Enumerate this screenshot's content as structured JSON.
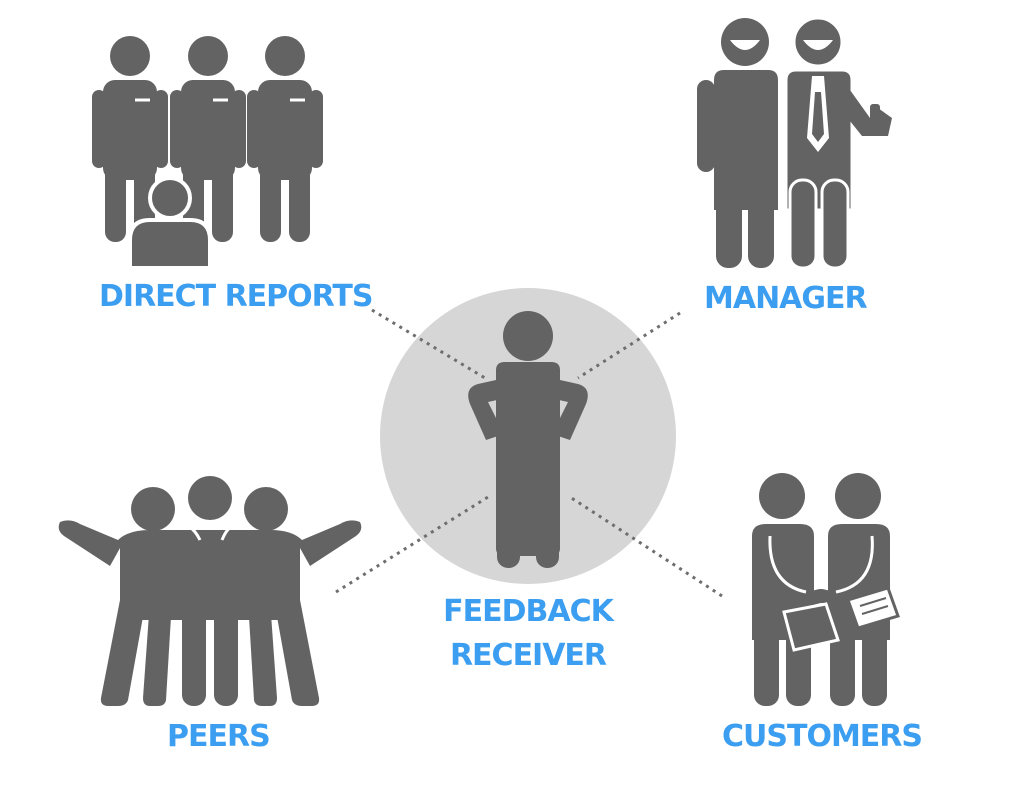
{
  "labels": {
    "direct_reports": "DIRECT REPORTS",
    "manager": "MANAGER",
    "feedback_receiver_line1": "FEEDBACK",
    "feedback_receiver_line2": "RECEIVER",
    "peers": "PEERS",
    "customers": "CUSTOMERS"
  },
  "colors": {
    "figure": "#636363",
    "circle": "#d6d6d6",
    "label": "#3c9ef0",
    "connector": "#6e6e6e"
  },
  "icons": {
    "direct_reports": "group-of-employees-icon",
    "manager": "two-managers-icon",
    "feedback_receiver": "person-hands-on-hips-icon",
    "peers": "three-friends-hugging-icon",
    "customers": "handshake-icon"
  }
}
